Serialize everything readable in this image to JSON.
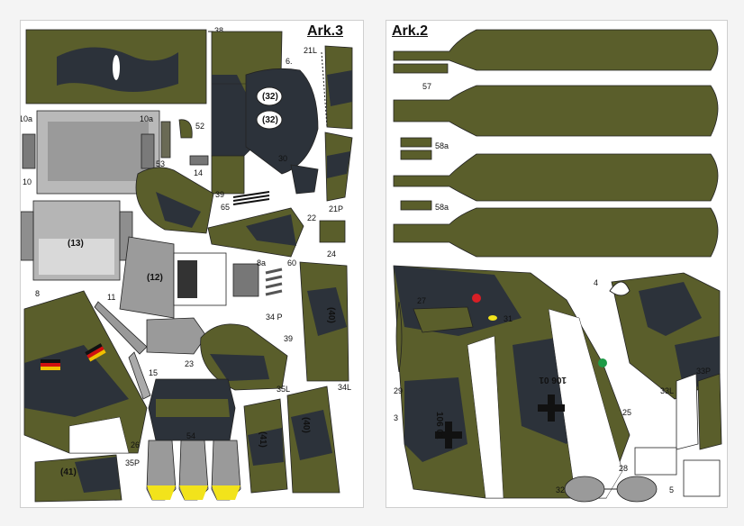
{
  "sheets": {
    "left_title": "Ark.3",
    "right_title": "Ark.2"
  },
  "left_labels": {
    "p38": "38",
    "p6": "6.",
    "p21L": "21L",
    "p10a_l": "10a",
    "p10a_r": "10a",
    "p52": "52",
    "p53": "53",
    "p14": "14",
    "p10": "10",
    "p30": "30",
    "p39a": "39",
    "p65": "65",
    "p22": "22",
    "p21P": "21P",
    "p24": "24",
    "p8": "8",
    "p11": "11",
    "p8a": "8a",
    "p60": "60",
    "p34P": "34 P",
    "p15": "15",
    "p39b": "39",
    "p23": "23",
    "p35L": "35L",
    "p34L": "34L",
    "p26": "26",
    "p35P": "35P",
    "p54": "54",
    "mark32a": "(32)",
    "mark32b": "(32)",
    "mark13": "(13)",
    "mark12": "(12)",
    "mark40": "(40)",
    "mark41": "(41)",
    "mark40b": "(40)",
    "mark41b": "(41)"
  },
  "right_labels": {
    "p57": "57",
    "p58a_1": "58a",
    "p58a_2": "58a",
    "p27": "27",
    "p31": "31",
    "p4": "4",
    "p29": "29",
    "p3": "3",
    "p25": "25",
    "p33L": "33L",
    "p33P": "33P",
    "p28": "28",
    "p32": "32",
    "p5": "5",
    "serial_a": "106 01",
    "serial_b": "106 01"
  },
  "colors": {
    "olive": "#5a5e2b",
    "dark_grey": "#2c323a",
    "light_grey": "#a9a9a9",
    "flag_black": "#111111",
    "flag_red": "#d01010",
    "flag_gold": "#f0c000",
    "yellow": "#f2e31b",
    "red_marker": "#d81f26",
    "green_marker": "#1e9a46"
  }
}
